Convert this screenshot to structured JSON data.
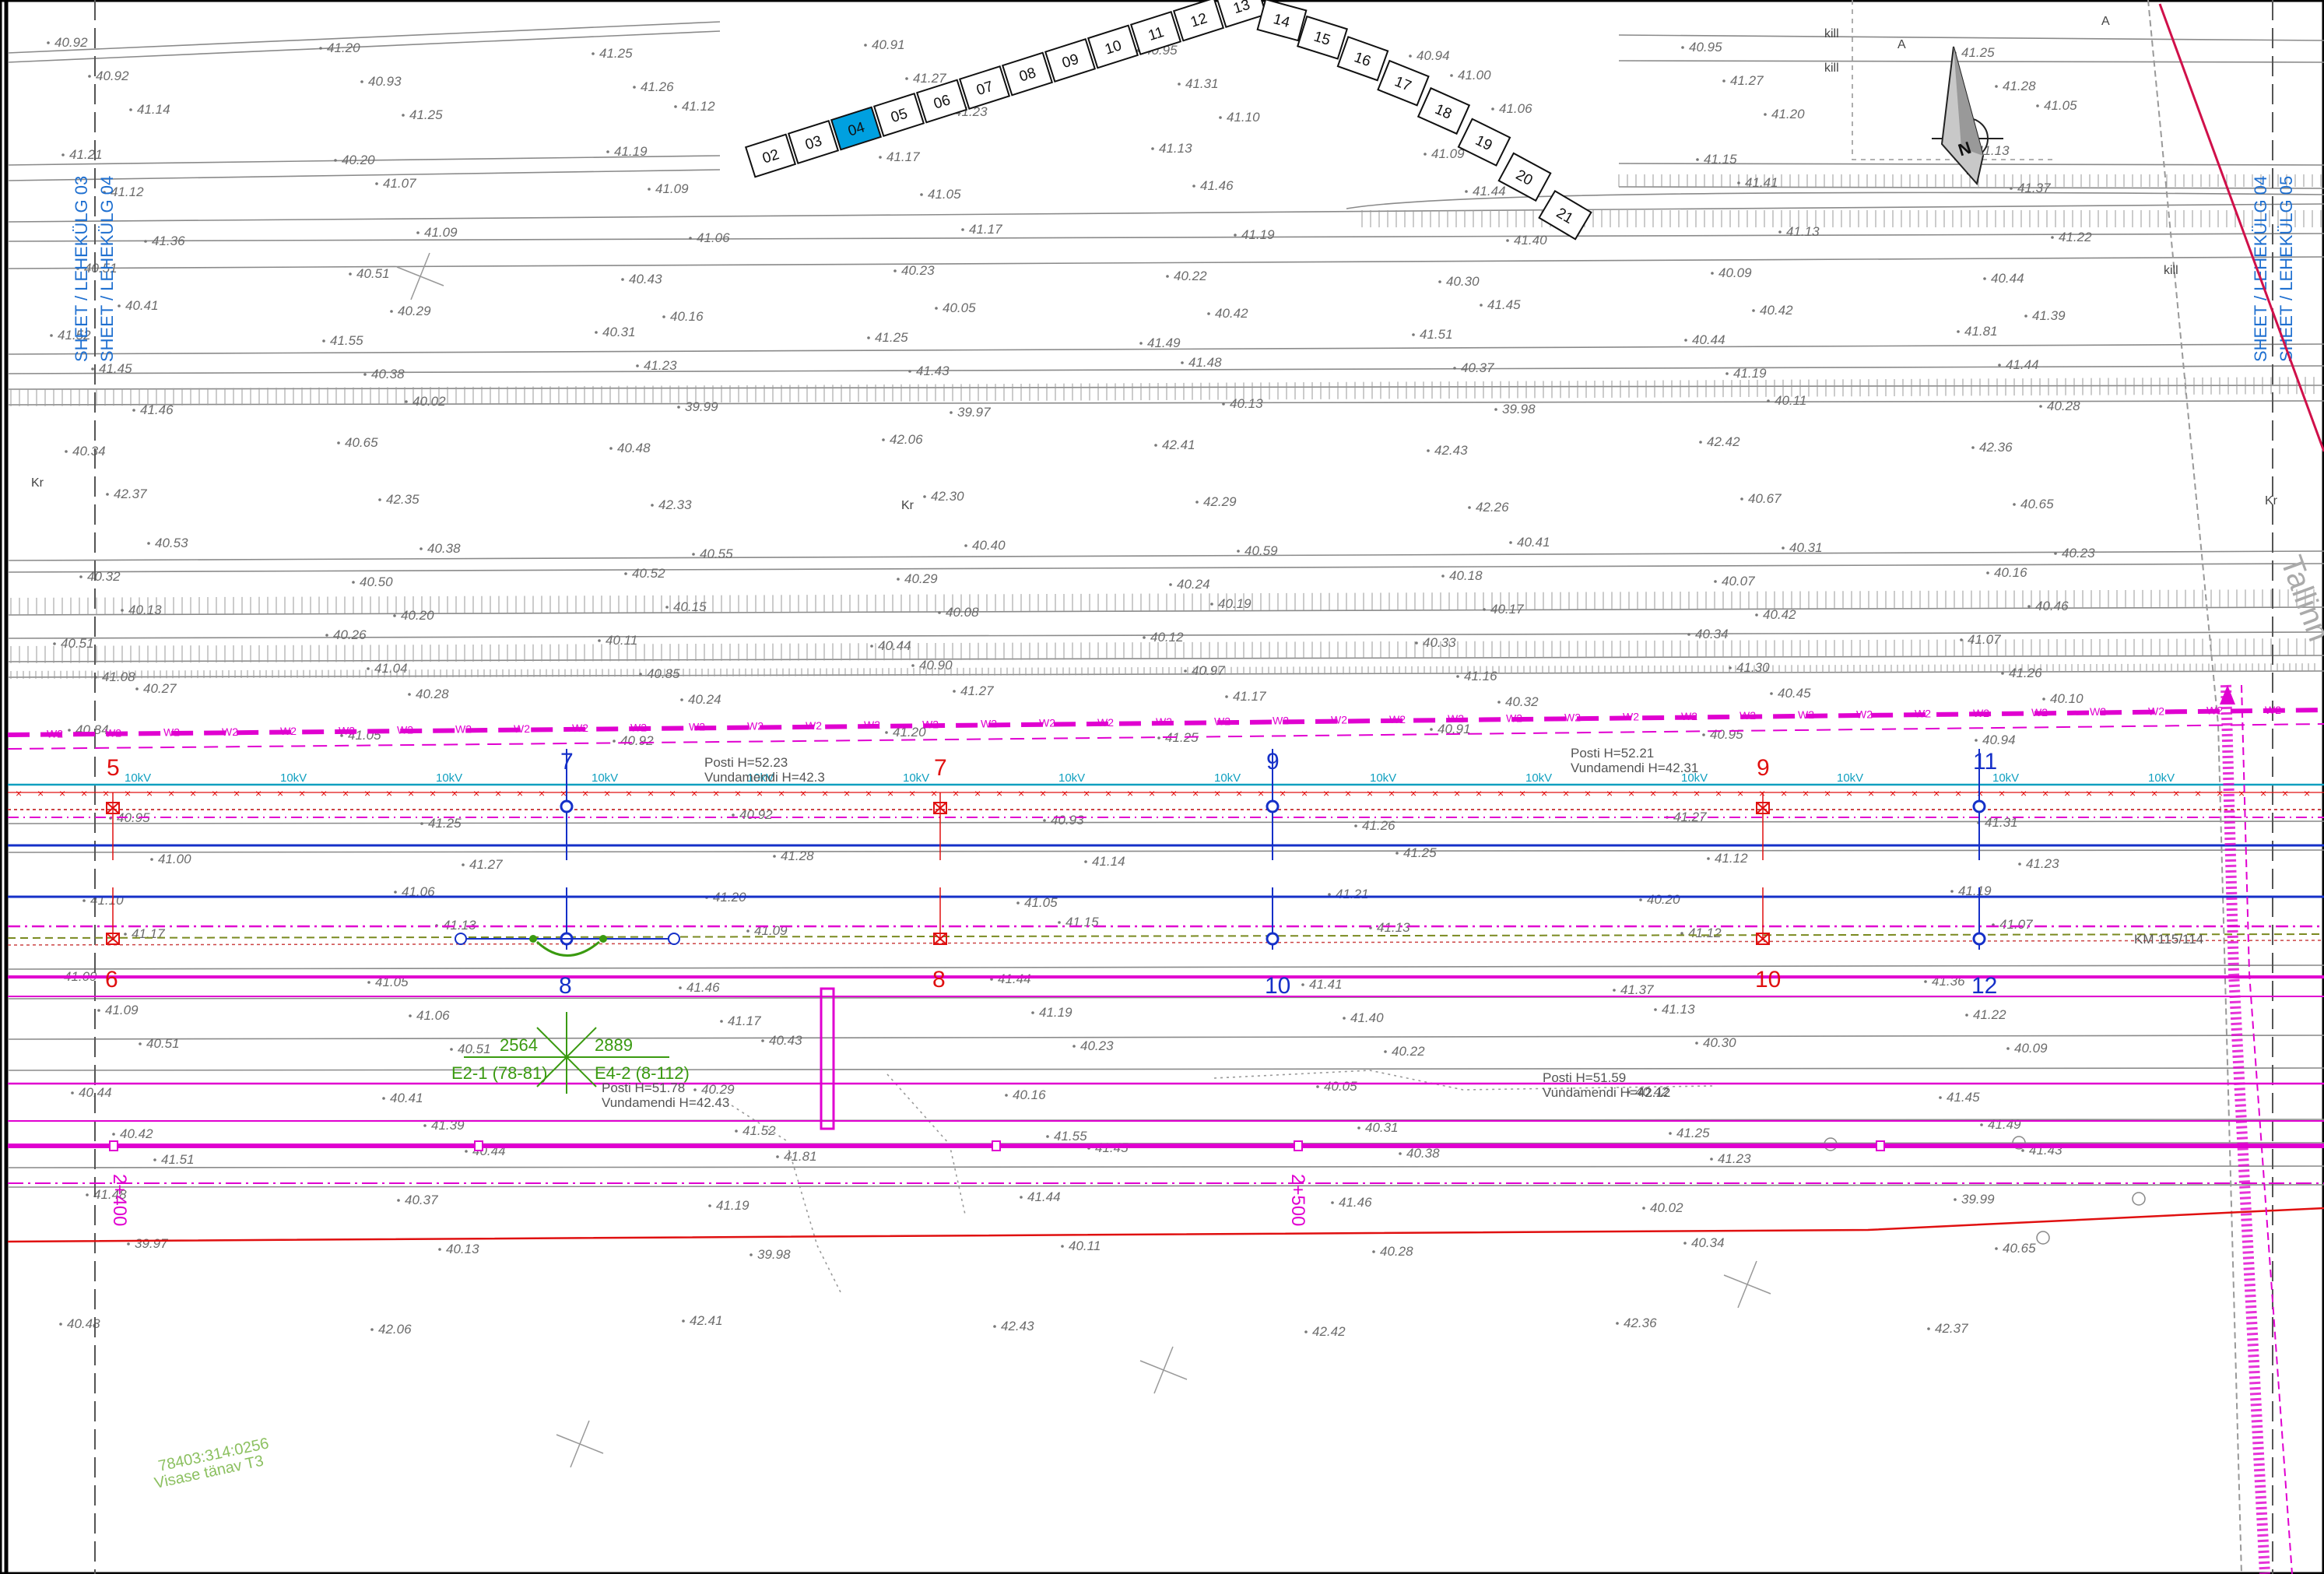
{
  "key_plan": {
    "sheets": [
      "02",
      "03",
      "04",
      "05",
      "06",
      "07",
      "08",
      "09",
      "10",
      "11",
      "12",
      "13",
      "14",
      "15",
      "16",
      "17",
      "18",
      "19",
      "20",
      "21"
    ],
    "active": "04",
    "active_color": "#00a0e0"
  },
  "north_arrow": {
    "label": "N"
  },
  "sheet_refs": {
    "left_a": "SHEET / LEHEKÜLG 03",
    "left_b": "SHEET / LEHEKÜLG 04",
    "right_a": "SHEET / LEHEKÜLG 04",
    "right_b": "SHEET / LEHEKÜLG 05"
  },
  "road_name": "Tallinn",
  "chainage": [
    "2+400",
    "2+500"
  ],
  "poles_red_top": [
    "5",
    "7",
    "9"
  ],
  "poles_red_bottom": [
    "6",
    "8",
    "10"
  ],
  "poles_blue_top": [
    "7",
    "9",
    "11"
  ],
  "poles_blue_bottom": [
    "8",
    "10",
    "12"
  ],
  "cable_label": "10kV",
  "water_label": "W2",
  "notes": {
    "posti_1": "Posti H=52.23",
    "vund_1": "Vundamendi H=42.3",
    "posti_2": "Posti H=52.21",
    "vund_2": "Vundamendi H=42.31",
    "posti_3": "Posti H=51.78",
    "vund_3": "Vundamendi H=42.43",
    "posti_4": "Posti H=51.59",
    "vund_4": "Vundamendi H=42.12"
  },
  "junction": {
    "left_num": "2564",
    "right_num": "2889",
    "left_label": "E2-1 (78-81)",
    "right_label": "E4-2 (8-112)"
  },
  "cadastre": {
    "id": "78403:314:0256",
    "name": "Visase tänav T3"
  },
  "km_note": "KM 115/114",
  "marks": {
    "kill": "kill",
    "kr": "Kr",
    "a": "A"
  },
  "colors": {
    "magenta": "#e000d0",
    "blue": "#1530c8",
    "red": "#e01010",
    "green": "#3a9a10",
    "cyan": "#10a0c0",
    "grey": "#8a8a8a"
  },
  "elevations": [
    "40.92",
    "41.20",
    "41.25",
    "40.91",
    "40.95",
    "40.94",
    "40.95",
    "41.25",
    "40.92",
    "40.93",
    "41.26",
    "41.27",
    "41.31",
    "41.00",
    "41.27",
    "41.28",
    "41.14",
    "41.25",
    "41.12",
    "41.23",
    "41.10",
    "41.06",
    "41.20",
    "41.05",
    "41.21",
    "40.20",
    "41.19",
    "41.17",
    "41.13",
    "41.09",
    "41.15",
    "41.13",
    "41.12",
    "41.07",
    "41.09",
    "41.05",
    "41.46",
    "41.44",
    "41.41",
    "41.37",
    "41.36",
    "41.09",
    "41.06",
    "41.17",
    "41.19",
    "41.40",
    "41.13",
    "41.22",
    "40.51",
    "40.51",
    "40.43",
    "40.23",
    "40.22",
    "40.30",
    "40.09",
    "40.44",
    "40.41",
    "40.29",
    "40.16",
    "40.05",
    "40.42",
    "41.45",
    "40.42",
    "41.39",
    "41.52",
    "41.55",
    "40.31",
    "41.25",
    "41.49",
    "41.51",
    "40.44",
    "41.81",
    "41.45",
    "40.38",
    "41.23",
    "41.43",
    "41.48",
    "40.37",
    "41.19",
    "41.44",
    "41.46",
    "40.02",
    "39.99",
    "39.97",
    "40.13",
    "39.98",
    "40.11",
    "40.28",
    "40.34",
    "40.65",
    "40.48",
    "42.06",
    "42.41",
    "42.43",
    "42.42",
    "42.36",
    "42.37",
    "42.35",
    "42.33",
    "42.30",
    "42.29",
    "42.26",
    "40.67",
    "40.65",
    "40.53",
    "40.38",
    "40.55",
    "40.40",
    "40.59",
    "40.41",
    "40.31",
    "40.23",
    "40.32",
    "40.50",
    "40.52",
    "40.29",
    "40.24",
    "40.18",
    "40.07",
    "40.16",
    "40.13",
    "40.20",
    "40.15",
    "40.08",
    "40.19",
    "40.17",
    "40.42",
    "40.46",
    "40.51",
    "40.26",
    "40.11",
    "40.44",
    "40.12",
    "40.33",
    "40.34",
    "41.07",
    "41.08",
    "41.04",
    "40.85",
    "40.90",
    "40.97",
    "41.16",
    "41.30",
    "41.26",
    "40.27",
    "40.28",
    "40.24",
    "41.27",
    "41.17",
    "40.32",
    "40.45",
    "40.10",
    "40.84",
    "41.05"
  ]
}
